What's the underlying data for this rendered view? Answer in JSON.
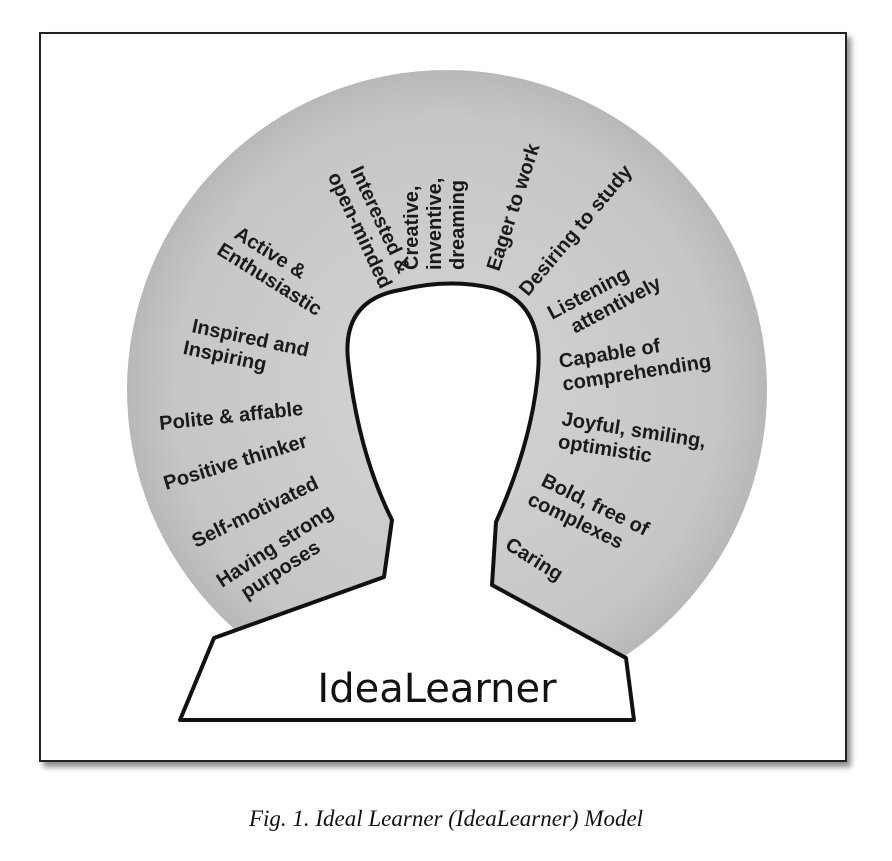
{
  "diagram": {
    "center_label": "IdeaLearner",
    "attributes": [
      {
        "lines": [
          "Interested &",
          "open-minded"
        ]
      },
      {
        "lines": [
          "Creative,",
          "inventive,",
          "dreaming"
        ]
      },
      {
        "lines": [
          "Eager to work"
        ]
      },
      {
        "lines": [
          "Desiring to study"
        ]
      },
      {
        "lines": [
          "Listening",
          "attentively"
        ]
      },
      {
        "lines": [
          "Capable of",
          "comprehending"
        ]
      },
      {
        "lines": [
          "Joyful, smiling,",
          "optimistic"
        ]
      },
      {
        "lines": [
          "Bold, free of",
          "complexes"
        ]
      },
      {
        "lines": [
          "Caring"
        ]
      },
      {
        "lines": [
          "Active &",
          "Enthusiastic"
        ]
      },
      {
        "lines": [
          "Inspired and",
          "Inspiring"
        ]
      },
      {
        "lines": [
          "Polite & affable"
        ]
      },
      {
        "lines": [
          "Positive thinker"
        ]
      },
      {
        "lines": [
          "Self-motivated"
        ]
      },
      {
        "lines": [
          "Having strong",
          "purposes"
        ]
      }
    ],
    "colors": {
      "halo": "#c8c8c8",
      "outline": "#111111",
      "frame": "#222222"
    }
  },
  "caption": "Fig. 1. Ideal Learner (IdeaLearner) Model"
}
